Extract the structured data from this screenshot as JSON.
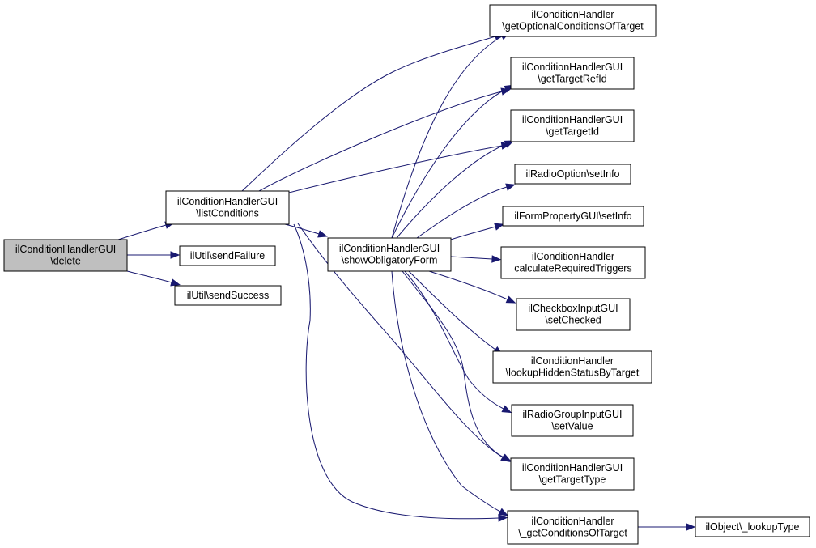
{
  "nodes": {
    "delete": [
      "ilConditionHandlerGUI",
      "\\delete"
    ],
    "listConditions": [
      "ilConditionHandlerGUI",
      "\\listConditions"
    ],
    "sendFailure": [
      "ilUtil\\sendFailure"
    ],
    "sendSuccess": [
      "ilUtil\\sendSuccess"
    ],
    "showObligatoryForm": [
      "ilConditionHandlerGUI",
      "\\showObligatoryForm"
    ],
    "getOptionalConditionsOfTarget": [
      "ilConditionHandler",
      "\\getOptionalConditionsOfTarget"
    ],
    "getTargetRefId": [
      "ilConditionHandlerGUI",
      "\\getTargetRefId"
    ],
    "getTargetId": [
      "ilConditionHandlerGUI",
      "\\getTargetId"
    ],
    "radioSetInfo": [
      "ilRadioOption\\setInfo"
    ],
    "formSetInfo": [
      "ilFormPropertyGUI\\setInfo"
    ],
    "calculateRequiredTriggers": [
      "ilConditionHandler",
      "calculateRequiredTriggers"
    ],
    "setChecked": [
      "ilCheckboxInputGUI",
      "\\setChecked"
    ],
    "lookupHiddenStatusByTarget": [
      "ilConditionHandler",
      "\\lookupHiddenStatusByTarget"
    ],
    "setValue": [
      "ilRadioGroupInputGUI",
      "\\setValue"
    ],
    "getTargetType": [
      "ilConditionHandlerGUI",
      "\\getTargetType"
    ],
    "getConditionsOfTarget": [
      "ilConditionHandler",
      "\\_getConditionsOfTarget"
    ],
    "lookupType": [
      "ilObject\\_lookupType"
    ]
  },
  "edges": [
    [
      "delete",
      "listConditions"
    ],
    [
      "delete",
      "sendFailure"
    ],
    [
      "delete",
      "sendSuccess"
    ],
    [
      "listConditions",
      "getOptionalConditionsOfTarget"
    ],
    [
      "listConditions",
      "getTargetRefId"
    ],
    [
      "listConditions",
      "getTargetId"
    ],
    [
      "listConditions",
      "showObligatoryForm"
    ],
    [
      "listConditions",
      "getTargetType"
    ],
    [
      "listConditions",
      "getConditionsOfTarget"
    ],
    [
      "showObligatoryForm",
      "getOptionalConditionsOfTarget"
    ],
    [
      "showObligatoryForm",
      "getTargetRefId"
    ],
    [
      "showObligatoryForm",
      "getTargetId"
    ],
    [
      "showObligatoryForm",
      "radioSetInfo"
    ],
    [
      "showObligatoryForm",
      "formSetInfo"
    ],
    [
      "showObligatoryForm",
      "calculateRequiredTriggers"
    ],
    [
      "showObligatoryForm",
      "setChecked"
    ],
    [
      "showObligatoryForm",
      "lookupHiddenStatusByTarget"
    ],
    [
      "showObligatoryForm",
      "setValue"
    ],
    [
      "showObligatoryForm",
      "getTargetType"
    ],
    [
      "showObligatoryForm",
      "getConditionsOfTarget"
    ],
    [
      "getConditionsOfTarget",
      "lookupType"
    ]
  ],
  "colors": {
    "edge": "#191970",
    "root_fill": "#bfbfbf",
    "node_fill": "#ffffff",
    "border": "#000000"
  }
}
